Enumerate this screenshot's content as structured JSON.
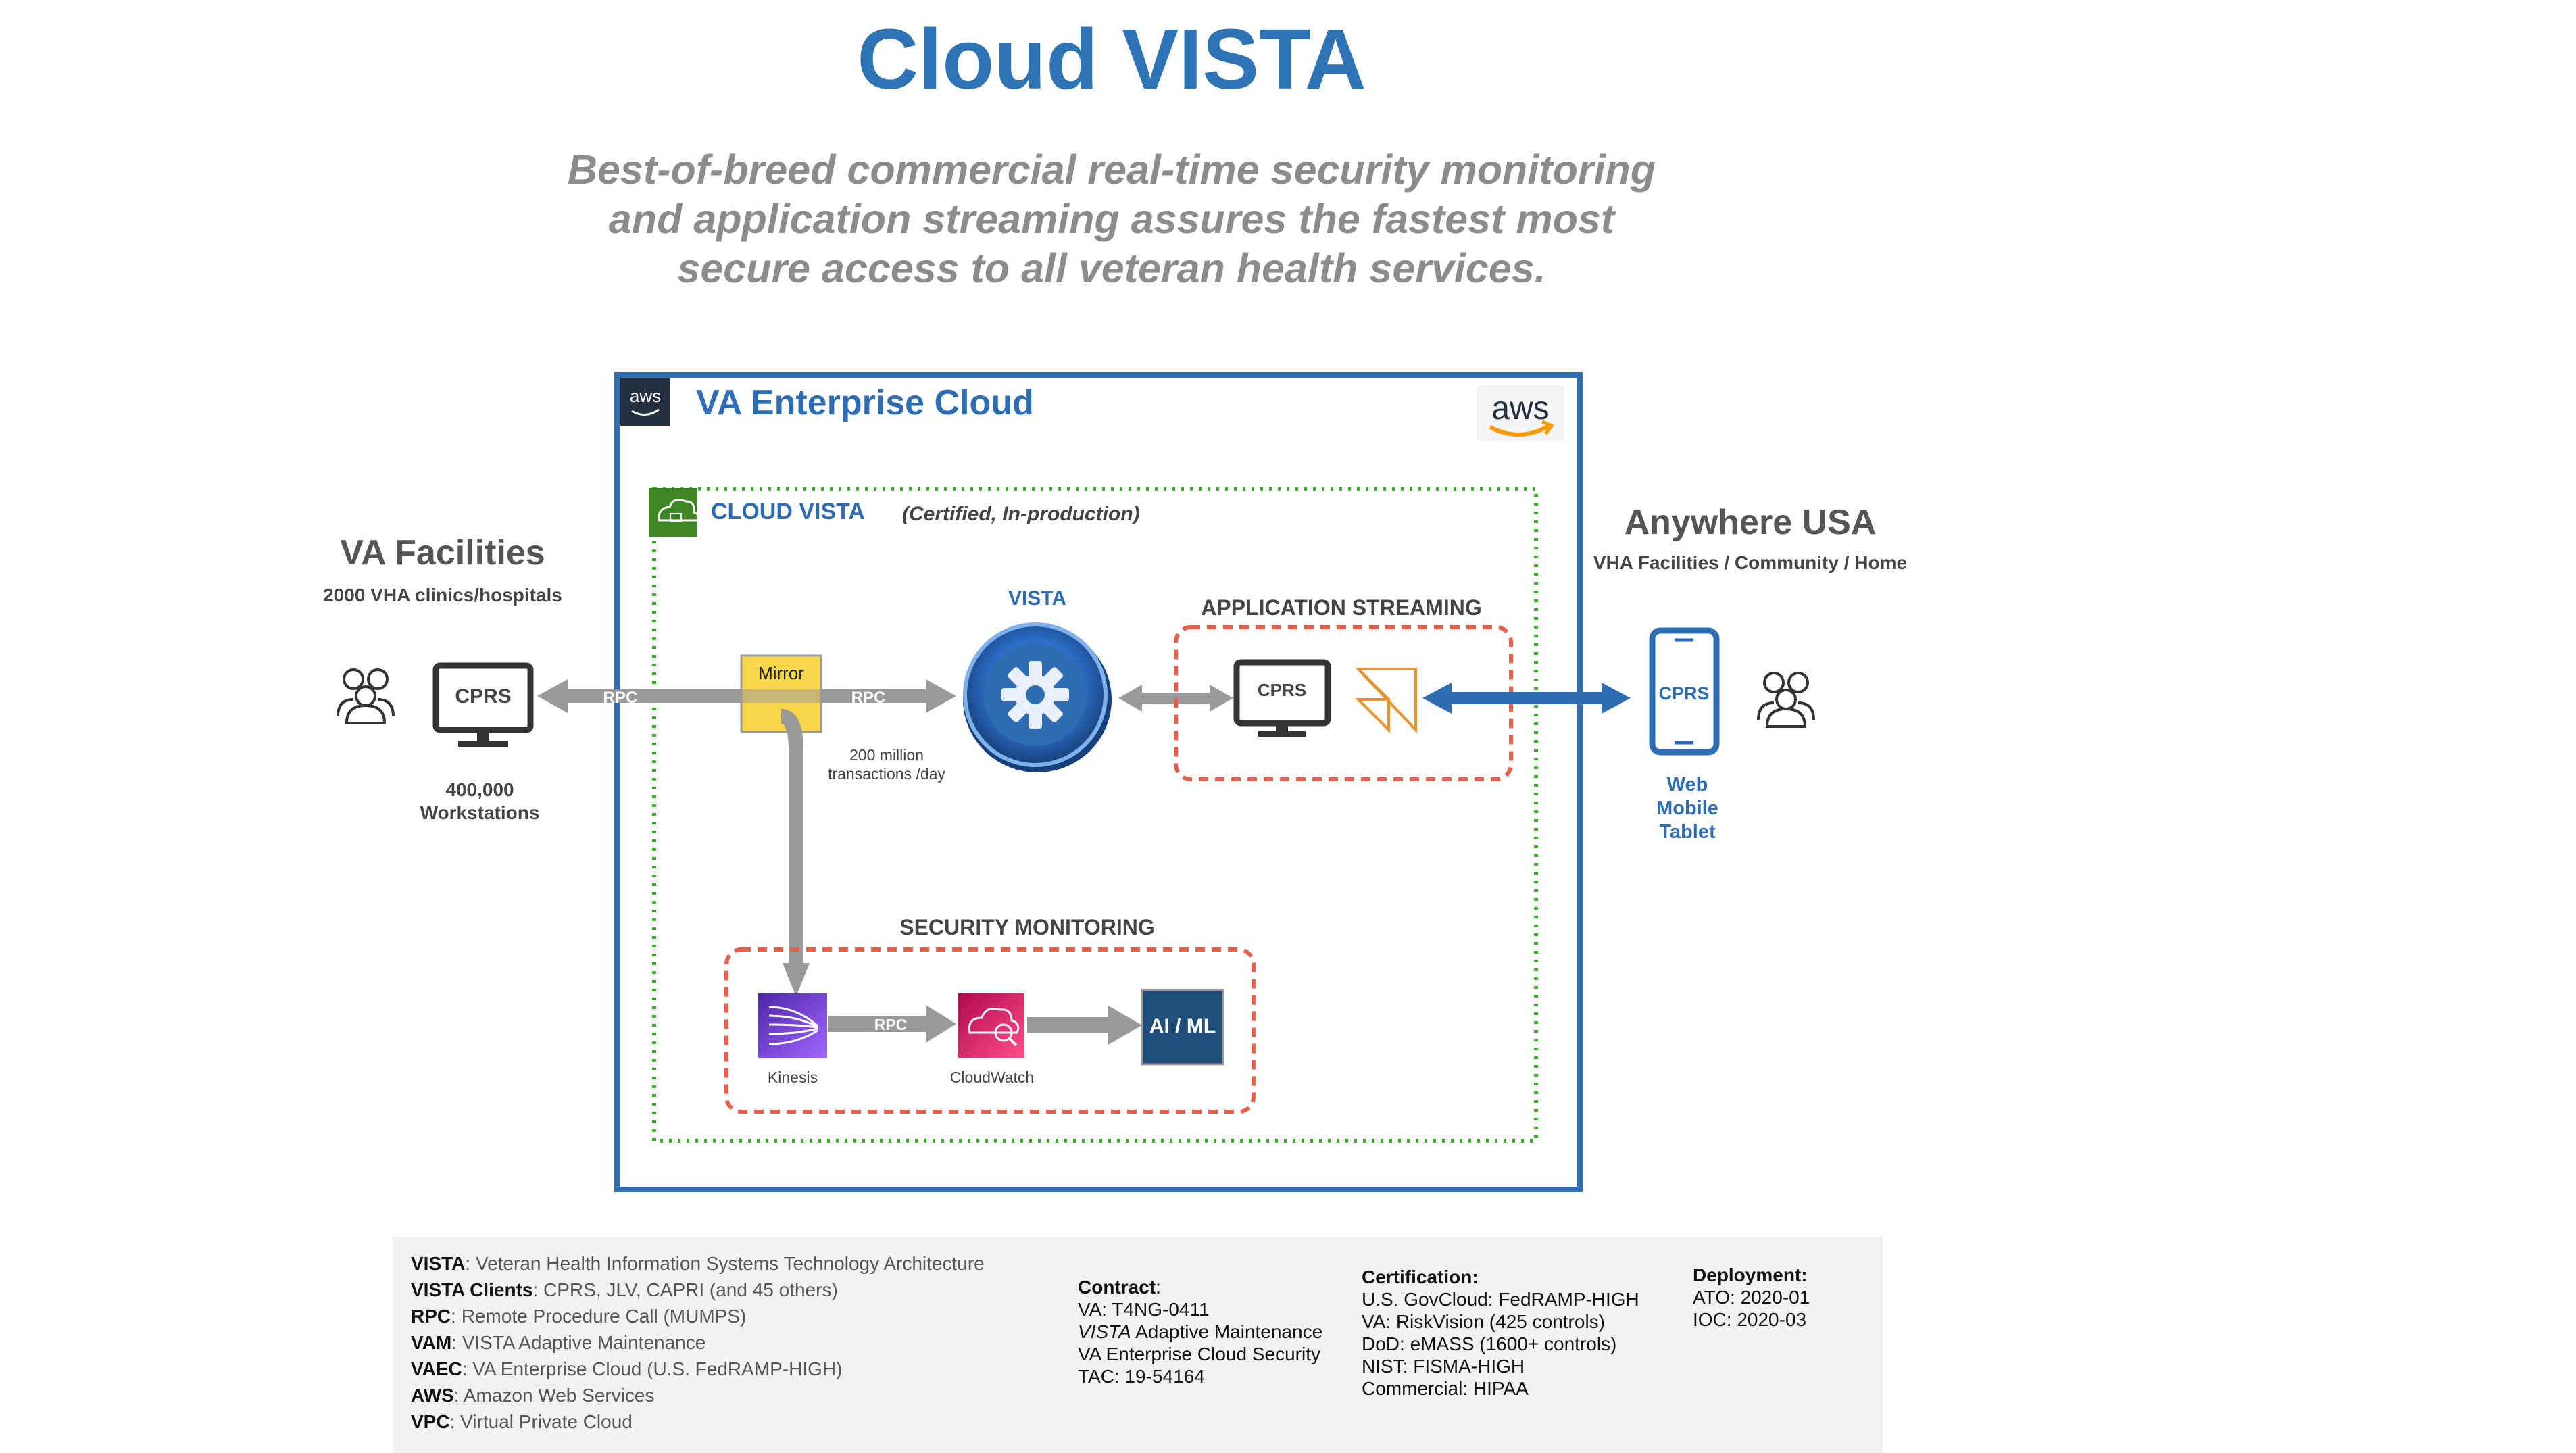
{
  "title": "Cloud VISTA",
  "subtitle": {
    "line1": "Best-of-breed commercial real-time security monitoring",
    "line2": "and application streaming assures the fastest most",
    "line3": "secure access to all veteran health services."
  },
  "va_enterprise_cloud": {
    "label": "VA Enterprise Cloud",
    "badge": "aws",
    "logo": "aws"
  },
  "cloud_vista": {
    "label": "CLOUD VISTA",
    "status": "(Certified,  In-production)"
  },
  "va_facilities": {
    "title": "VA Facilities",
    "subtitle": "2000 VHA clinics/hospitals",
    "workstation_label": "CPRS",
    "count": "400,000",
    "count_label": "Workstations"
  },
  "flow": {
    "rpc_left": "RPC",
    "rpc_right": "RPC",
    "mirror": "Mirror",
    "transactions_line1": "200 million",
    "transactions_line2": "transactions /day",
    "vista_label": "VISTA"
  },
  "app_streaming": {
    "title": "APPLICATION STREAMING",
    "screen_label": "CPRS"
  },
  "security_monitoring": {
    "title": "SECURITY MONITORING",
    "kinesis": "Kinesis",
    "rpc": "RPC",
    "cloudwatch": "CloudWatch",
    "aiml": "AI / ML"
  },
  "anywhere": {
    "title": "Anywhere USA",
    "subtitle": "VHA Facilities  / Community / Home",
    "device_label": "CPRS",
    "device_line1": "Web",
    "device_line2": "Mobile",
    "device_line3": "Tablet"
  },
  "legend": {
    "definitions": [
      {
        "term": "VISTA",
        "sep": ": ",
        "text": "Veteran Health Information Systems Technology Architecture"
      },
      {
        "term": "VISTA Clients",
        "sep": ": ",
        "text": "CPRS, JLV, CAPRI (and 45 others)"
      },
      {
        "term": "RPC",
        "sep": ":  ",
        "text": "Remote Procedure Call (MUMPS)"
      },
      {
        "term": "VAM",
        "sep": ":  ",
        "text": "VISTA Adaptive Maintenance"
      },
      {
        "term": "VAEC",
        "sep": ": ",
        "text": "VA Enterprise Cloud (U.S. FedRAMP-HIGH)"
      },
      {
        "term": "AWS",
        "sep": ":  ",
        "text": "Amazon Web Services"
      },
      {
        "term": "VPC",
        "sep": ":  ",
        "text": "Virtual Private Cloud"
      }
    ],
    "contract": {
      "heading": "Contract",
      "colon": ":",
      "line1": "VA:  T4NG-0411",
      "line2_em": "VISTA",
      "line2_rest": " Adaptive Maintenance",
      "line3": "VA Enterprise Cloud Security",
      "line4": "TAC: 19-54164"
    },
    "certification": {
      "heading": "Certification:",
      "lines": [
        "U.S. GovCloud: FedRAMP-HIGH",
        "VA: RiskVision (425 controls)",
        "DoD: eMASS   (1600+ controls)",
        "NIST: FISMA-HIGH",
        "Commercial: HIPAA"
      ]
    },
    "deployment": {
      "heading": "Deployment:",
      "lines": [
        "ATO: 2020-01",
        "IOC: 2020-03"
      ]
    }
  },
  "colors": {
    "title_blue": "#2e74b5",
    "frame_blue": "#2e6db4",
    "green_dotted": "#3dae2b",
    "red_dashed": "#e8604c",
    "arrow_gray": "#9a9a9a",
    "arrow_blue": "#2e6db4",
    "mirror_yellow": "#f8d84a",
    "kinesis_purple": "#7b3fd6",
    "cloudwatch_pink": "#c8306d",
    "aiml_navy": "#1f4e79"
  },
  "icons": [
    "people-icon",
    "monitor-icon",
    "vista-gear-icon",
    "appstream-icon",
    "phone-icon",
    "kinesis-icon",
    "cloudwatch-icon",
    "cloud-lock-icon",
    "aws-logo"
  ]
}
